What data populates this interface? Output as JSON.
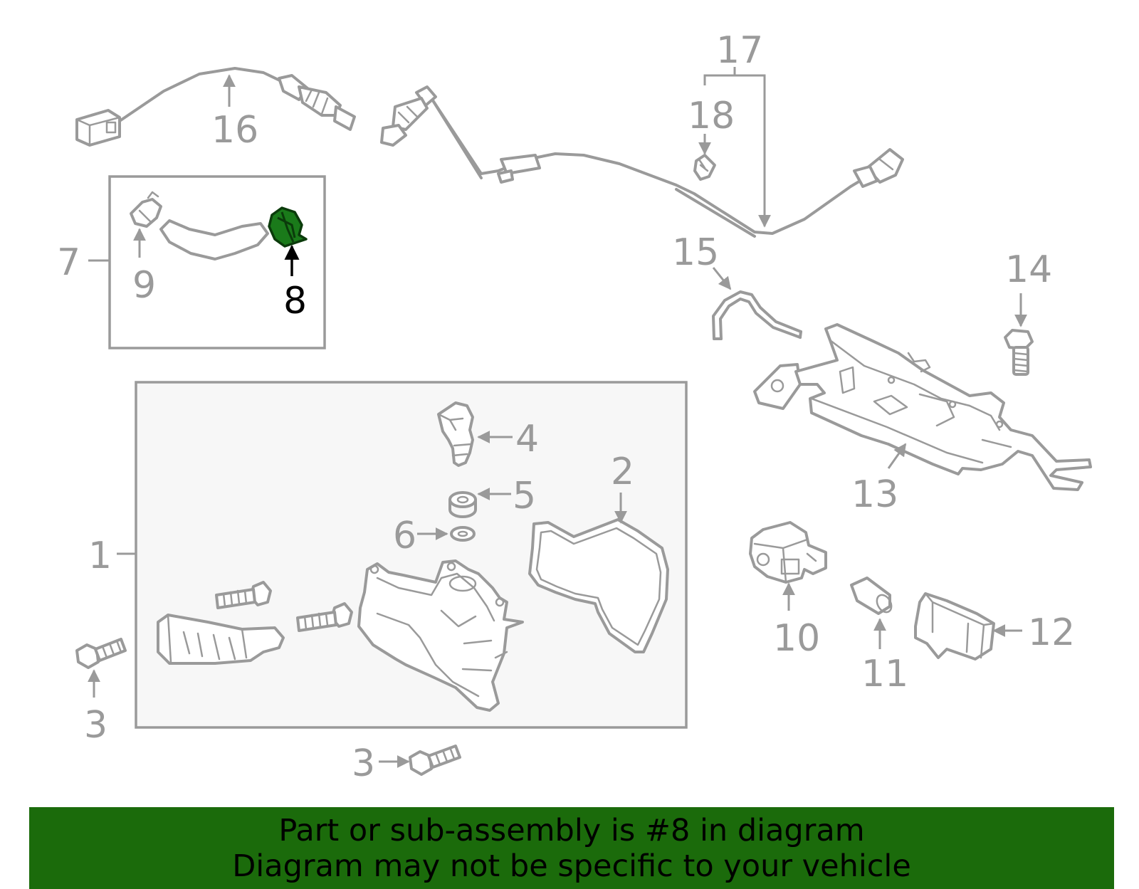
{
  "diagram": {
    "highlight_color": "#1b6b0b",
    "highlighted_part": "8",
    "callouts": {
      "c1": "1",
      "c2": "2",
      "c3a": "3",
      "c3b": "3",
      "c4": "4",
      "c5": "5",
      "c6": "6",
      "c7": "7",
      "c8": "8",
      "c9": "9",
      "c10": "10",
      "c11": "11",
      "c12": "12",
      "c13": "13",
      "c14": "14",
      "c15": "15",
      "c16": "16",
      "c17": "17",
      "c18": "18"
    }
  },
  "banner": {
    "line1": "Part or sub-assembly is #8 in diagram",
    "line2": "Diagram may not be specific to your vehicle"
  }
}
